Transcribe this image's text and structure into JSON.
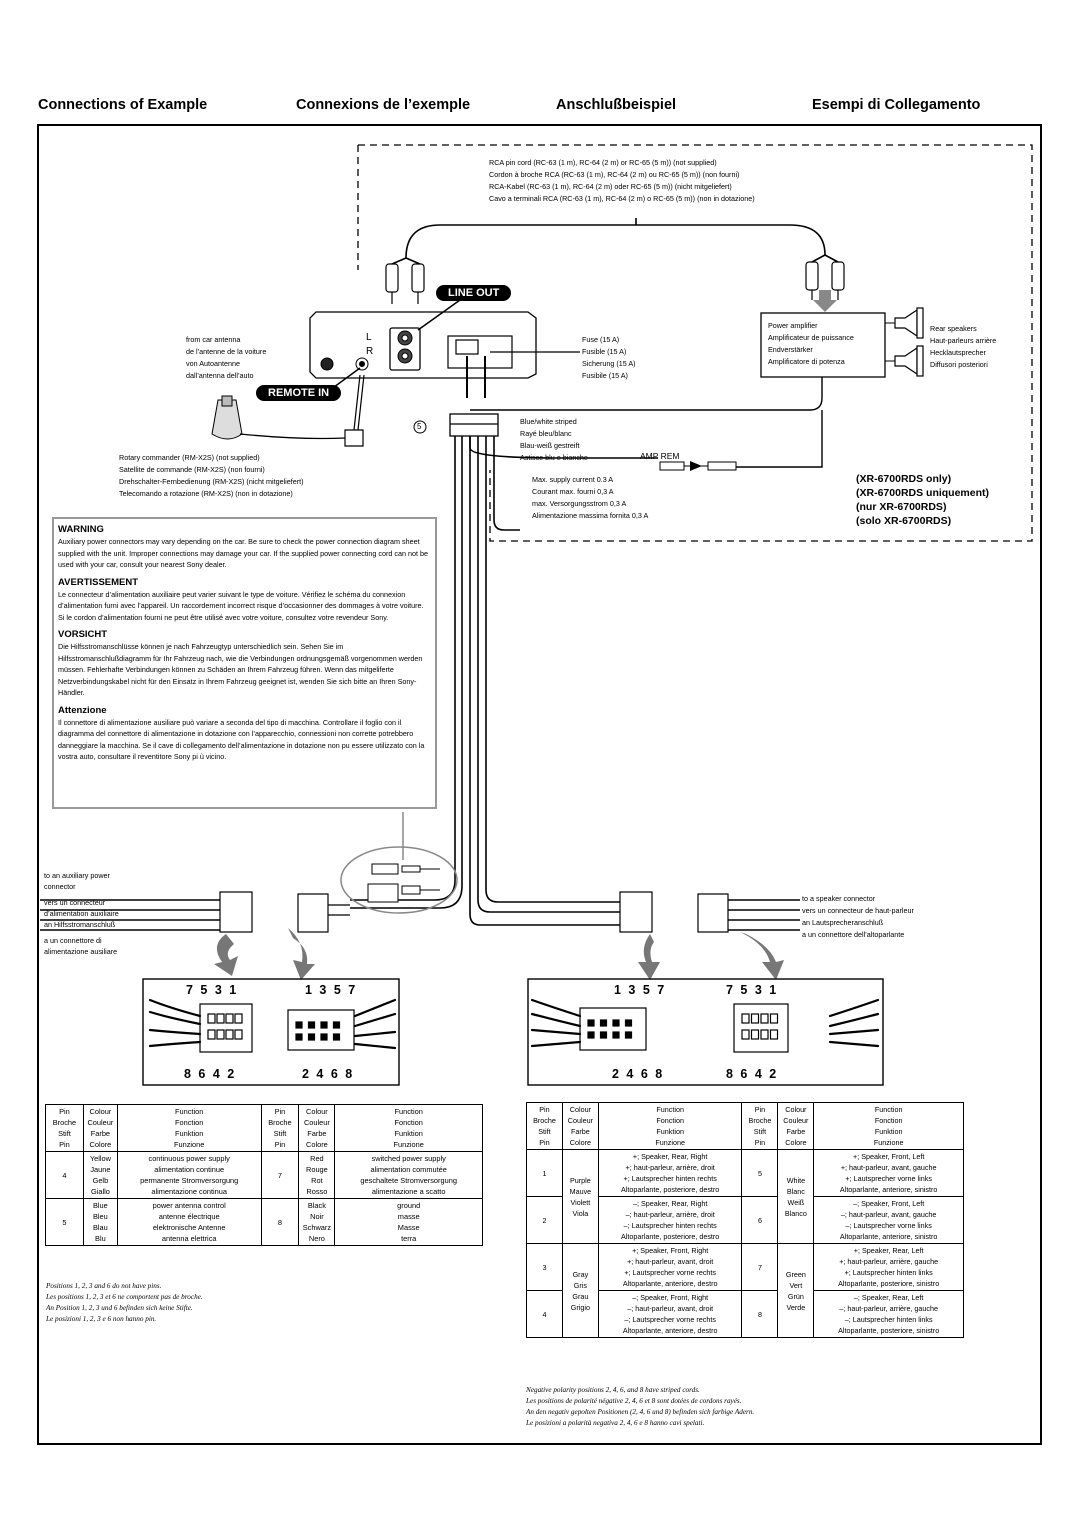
{
  "headers": [
    "Connections of Example",
    "Connexions de l’exemple",
    "Anschlußbeispiel",
    "Esempi di Collegamento"
  ],
  "rca_cord": [
    "RCA pin cord (RC-63 (1 m), RC-64 (2 m) or RC-65 (5 m)) (not supplied)",
    "Cordon à broche RCA (RC-63 (1 m), RC-64 (2 m) ou RC-65 (5 m)) (non fourni)",
    "RCA-Kabel (RC-63 (1 m), RC-64 (2 m) oder RC-65 (5 m)) (nicht mitgeliefert)",
    "Cavo a terminali RCA (RC-63 (1 m), RC-64 (2 m) o RC-65 (5 m)) (non in dotazione)"
  ],
  "line_out": "LINE OUT",
  "remote_in": "REMOTE IN",
  "channel_l": "L",
  "channel_r": "R",
  "antenna": [
    "from car antenna",
    "de l’antenne de la voiture",
    "von Autoantenne",
    "dall’antenna dell’auto"
  ],
  "fuse": [
    "Fuse (15 A)",
    "Fusible (15 A)",
    "Sicherung (15 A)",
    "Fusibile (15 A)"
  ],
  "amplifier": [
    "Power amplifier",
    "Amplificateur de puissance",
    "Endverstärker",
    "Amplificatore di potenza"
  ],
  "rear_speakers": [
    "Rear speakers",
    "Haut-parleurs arrière",
    "Hecklautsprecher",
    "Diffusori posteriori"
  ],
  "connector_number": "5",
  "blue_white": [
    "Blue/white striped",
    "Rayé bleu/blanc",
    "Blau-weiß gestreift",
    "Astisce blu e bianche"
  ],
  "amp_rem": "AMP REM",
  "supply_current": [
    "Max. supply current 0.3 A",
    "Courant max. fourni 0,3 A",
    "max. Versorgungsstrom 0,3 A",
    "Alimentazione massima fornita 0,3 A"
  ],
  "model_only": [
    "(XR-6700RDS only)",
    "(XR-6700RDS uniquement)",
    "(nur XR-6700RDS)",
    "(solo XR-6700RDS)"
  ],
  "rotary": [
    "Rotary commander (RM-X2S) (not supplied)",
    "Satellite de commande (RM-X2S) (non fourni)",
    "Drehschalter-Fernbedienung (RM-X2S) (nicht mitgeliefert)",
    "Telecomando a rotazione (RM-X2S) (non in dotazione)"
  ],
  "warning": {
    "sections": [
      {
        "title": "WARNING",
        "text": "Auxiliary power connectors may vary depending on the car. Be sure to check the power connection diagram sheet supplied with the unit. Improper connections may damage your car. If the supplied power connecting cord can not be used with your car, consult your nearest Sony dealer."
      },
      {
        "title": "AVERTISSEMENT",
        "text": "Le connecteur d’alimentation auxiliaire peut varier suivant le type de voiture. Vérifiez le schéma du connexion d’alimentation furni avec l’appareil. Un raccordement incorrect risque d’occasionner des dommages à votre voiture. Si le cordon d’alimentation fourni ne peut être utilisé avec votre voiture, consultez votre revendeur Sony."
      },
      {
        "title": "VORSICHT",
        "text": "Die Hilfsstromanschlüsse können je nach Fahrzeugtyp unterschiedlich sein. Sehen Sie im Hilfsstromanschlußdiagramm für Ihr Fahrzeug nach, wie die Verbindungen ordnungsgemäß vorgenommen werden müssen. Fehlerhafte Verbindungen können zu Schäden an Ihrem Fahrzeug führen. Wenn das mitgeliferte Netzverbindungskabel nicht für den Einsatz in Ihrem Fahrzeug geeignet ist, wenden Sie sich bitte an Ihren Sony-Händler."
      },
      {
        "title": "Attenzione",
        "text": "Il connettore di alimentazione ausiliare può variare a seconda del tipo di macchina. Controllare il foglio con il diagramma del connettore di alimentazione in dotazione con l’apparecchio, connessioni non corrette potrebbero danneggiare la macchina. Se il cave di collegamento dell’alimentazione in dotazione non pu essere utilizzato con la vostra auto, consultare il reventitore Sony pi ù vicino."
      }
    ]
  },
  "aux_power": [
    "to an auxiliary power",
    "connector",
    "",
    "vers un connecteur",
    "d’alimentation auxiliaire",
    "an Hilfsstromanschluß",
    "",
    "a un connettore di",
    "alimentazione ausiliare"
  ],
  "speaker_conn": [
    "to a speaker connector",
    "vers un connecteur de haut-parleur",
    "an Lautsprecheranschluß",
    "a un connettore dell’altoparlante"
  ],
  "pin_labels": {
    "c1_top": "7 5 3 1",
    "c1_bot": "8 6 4 2",
    "c2_top": "1 3 5 7",
    "c2_bot": "2 4 6 8",
    "c3_top": "1 3 5 7",
    "c3_bot": "2 4 6 8",
    "c4_top": "7 5 3 1",
    "c4_bot": "8 6 4 2"
  },
  "table_headers": {
    "pin": [
      "Pin",
      "Broche",
      "Stift",
      "Pin"
    ],
    "colour": [
      "Colour",
      "Couleur",
      "Farbe",
      "Colore"
    ],
    "function": [
      "Function",
      "Fonction",
      "Funktion",
      "Funzione"
    ]
  },
  "power_table": {
    "rows": [
      {
        "pin": "4",
        "colour": [
          "Yellow",
          "Jaune",
          "Gelb",
          "Giallo"
        ],
        "function": [
          "continuous power supply",
          "alimentation continue",
          "permanente Stromversorgung",
          "alimentazione continua"
        ],
        "pin2": "7",
        "colour2": [
          "Red",
          "Rouge",
          "Rot",
          "Rosso"
        ],
        "function2": [
          "switched power supply",
          "alimentation commutée",
          "geschaltete Stromversorgung",
          "alimentazione a scatto"
        ]
      },
      {
        "pin": "5",
        "colour": [
          "Blue",
          "Bleu",
          "Blau",
          "Blu"
        ],
        "function": [
          "power antenna control",
          "antenne électrique",
          "elektronische Antenne",
          "antenna elettrica"
        ],
        "pin2": "8",
        "colour2": [
          "Black",
          "Noir",
          "Schwarz",
          "Nero"
        ],
        "function2": [
          "ground",
          "masse",
          "Masse",
          "terra"
        ]
      }
    ]
  },
  "power_note": [
    "Positions 1, 2, 3 and 6 do not have pins.",
    "Les positions 1, 2, 3 et 6 ne comportent pas de broche.",
    "An Position 1, 2, 3 und 6 befinden sich keine Stifte.",
    "Le posizioni 1, 2, 3 e 6 non hanno pin."
  ],
  "speaker_table": {
    "colour_a": [
      "Purple",
      "Mauve",
      "Violett",
      "Viola"
    ],
    "colour_b": [
      "Gray",
      "Gris",
      "Grau",
      "Grigio"
    ],
    "colour_c": [
      "White",
      "Blanc",
      "Weiß",
      "Blanco"
    ],
    "colour_d": [
      "Green",
      "Vert",
      "Grün",
      "Verde"
    ],
    "rows": [
      {
        "pin": "1",
        "function": [
          "+; Speaker, Rear, Right",
          "+; haut-parleur, arrière, droit",
          "+; Lautsprecher hinten rechts",
          "Altoparlante, posteriore, destro"
        ],
        "pin2": "5",
        "function2": [
          "+; Speaker, Front, Left",
          "+; haut-parleur, avant, gauche",
          "+; Lautsprecher vorne links",
          "Altoparlante, anteriore, sinistro"
        ]
      },
      {
        "pin": "2",
        "function": [
          "–; Speaker, Rear, Right",
          "–; haut-parleur, arrière, droit",
          "–; Lautsprecher hinten rechts",
          "Altoparlante, posteriore, destro"
        ],
        "pin2": "6",
        "function2": [
          "–; Speaker, Front, Left",
          "–; haut-parleur, avant, gauche",
          "–; Lautsprecher vorne links",
          "Altoparlante, anteriore, sinistro"
        ]
      },
      {
        "pin": "3",
        "function": [
          "+; Speaker, Front, Right",
          "+; haut-parleur, avant, droit",
          "+; Lautsprecher vorne rechts",
          "Altoparlante, anteriore, destro"
        ],
        "pin2": "7",
        "function2": [
          "+; Speaker, Rear, Left",
          "+; haut-parleur, arrière, gauche",
          "+; Lautsprecher hinten links",
          "Altoparlante, posteriore, sinistro"
        ]
      },
      {
        "pin": "4",
        "function": [
          "–; Speaker, Front, Right",
          "–; haut-parleur, avant, droit",
          "–; Lautsprecher vorne rechts",
          "Altoparlante, anteriore, destro"
        ],
        "pin2": "8",
        "function2": [
          "–; Speaker, Rear, Left",
          "–; haut-parleur, arrière, gauche",
          "–; Lautsprecher hinten links",
          "Altoparlante, posteriore, sinistro"
        ]
      }
    ]
  },
  "speaker_note": [
    "Negative polarity positions 2, 4, 6, and 8 have striped cords.",
    "Les positions de polarité négative 2, 4, 6 et 8 sont dotées de cordons rayés.",
    "An den negativ gepolten Positionen (2, 4, 6 und 8) befinden sich farbige Adern.",
    "Le posizioni a polarità negativa 2, 4, 6 e 8 hanno cavi spelati."
  ]
}
